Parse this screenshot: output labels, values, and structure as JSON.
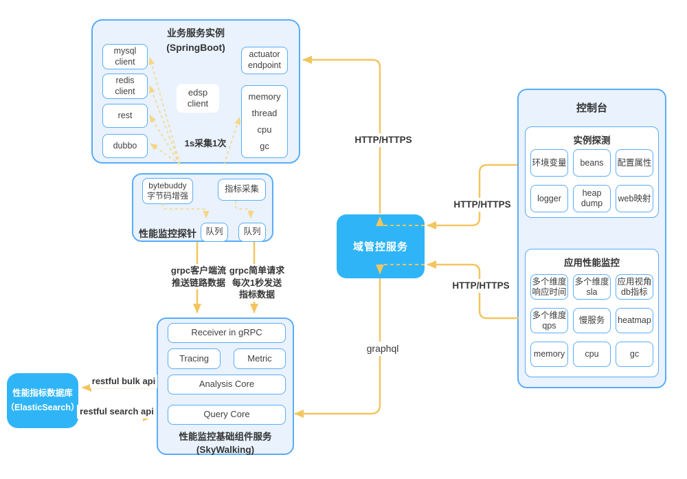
{
  "colors": {
    "accent_blue": "#2fb5f7",
    "border_blue": "#58acf7",
    "panel_fill": "#e9f2fd",
    "arrow_yellow": "#f2c55f",
    "arrow_light": "#f6d584",
    "text": "#3d3d3d"
  },
  "springboot": {
    "title": "业务服务实例\n(SpringBoot)",
    "clients": [
      "mysql\nclient",
      "redis\nclient",
      "rest",
      "dubbo"
    ],
    "edsp": "edsp\nclient",
    "actuator": "actuator\nendpoint",
    "metrics": [
      "memory",
      "thread",
      "cpu",
      "gc"
    ],
    "sample_note": "1s采集1次"
  },
  "probe": {
    "label": "性能监控探针",
    "bytebuddy": "bytebuddy\n字节码增强",
    "metric_collect": "指标采集",
    "queue_left": "队列",
    "queue_right": "队列"
  },
  "domain_service": {
    "label": "域管控服务"
  },
  "console": {
    "title": "控制台",
    "instance_probe": {
      "title": "实例探测",
      "items": [
        "环境变量",
        "beans",
        "配置属性",
        "logger",
        "heap\ndump",
        "web映射"
      ]
    },
    "apm": {
      "title": "应用性能监控",
      "items": [
        "多个维度\n响应时间",
        "多个维度\nsla",
        "应用视角\ndb指标",
        "多个维度\nqps",
        "慢服务",
        "heatmap",
        "memory",
        "cpu",
        "gc"
      ]
    }
  },
  "skywalking": {
    "receiver": "Receiver in gRPC",
    "tracing": "Tracing",
    "metric": "Metric",
    "analysis": "Analysis Core",
    "query": "Query Core",
    "title": "性能监控基础组件服务\n(SkyWalking)"
  },
  "elasticsearch": {
    "label": "性能指标数据库\n（ElasticSearch）"
  },
  "edge_labels": {
    "http_top": "HTTP/HTTPS",
    "http_mid": "HTTP/HTTPS",
    "http_bottom": "HTTP/HTTPS",
    "graphql": "graphql",
    "grpc_stream": "grpc客户端流\n推送链路数据",
    "grpc_simple": "grpc简单请求\n每次1秒发送\n指标数据",
    "bulk_api": "restful bulk api",
    "search_api": "restful search api"
  }
}
